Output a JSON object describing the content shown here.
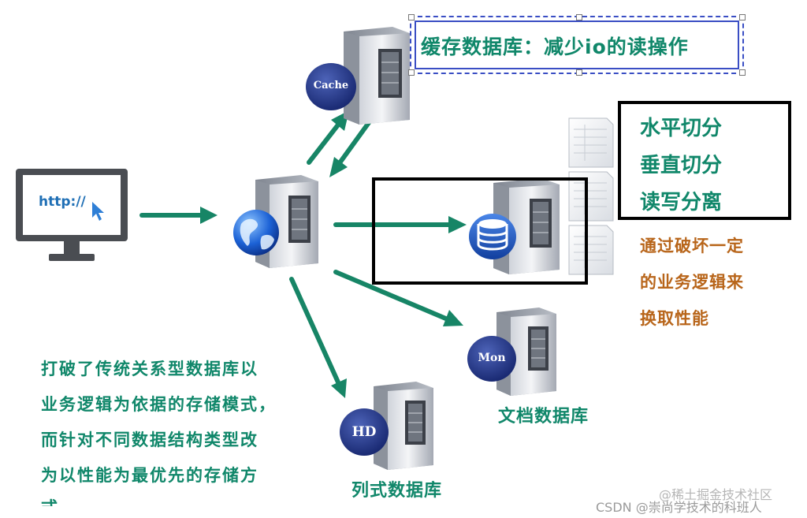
{
  "cache_note": "缓存数据库：减少io的读操作",
  "split_strategies": [
    "水平切分",
    "垂直切分",
    "读写分离"
  ],
  "tradeoff_note": [
    "通过破坏一定",
    "的业务逻辑来",
    "换取性能"
  ],
  "nosql_description": [
    "打破了传统关系型数据库以",
    "业务逻辑为依据的存储模式，",
    "而针对不同数据结构类型改",
    "为以性能为最优先的存储方",
    "式"
  ],
  "client": {
    "url_text": "http://"
  },
  "servers": {
    "cache_badge": "Cache",
    "mongo_badge": "Mon",
    "hbase_badge": "HD"
  },
  "labels": {
    "document_db": "文档数据库",
    "column_db": "列式数据库"
  },
  "watermarks": {
    "juejin": "@稀土掘金技术社区",
    "csdn": "CSDN @崇尚学技术的科班人"
  },
  "colors": {
    "green": "#10876a",
    "orange": "#b8651a",
    "frame_blue": "#3a4ec4"
  }
}
